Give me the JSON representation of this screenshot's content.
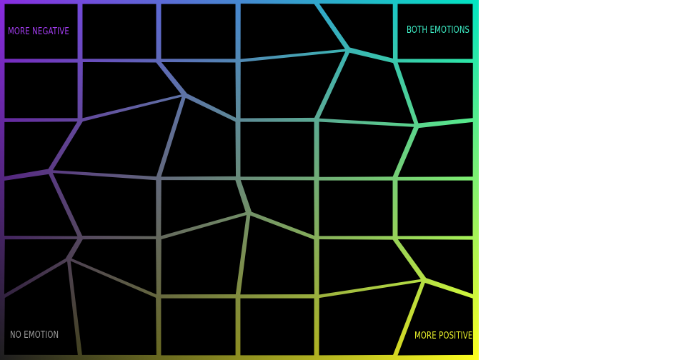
{
  "labels": {
    "top_left": "MORE NEGATIVE",
    "top_right": "BOTH EMOTIONS",
    "bottom_left": "NO EMOTION",
    "bottom_right": "MORE POSITIVE"
  },
  "colors": {
    "background": "#000000",
    "top_left": "#8a2be2",
    "top_right": "#00e5c3",
    "bottom_left": "#1e1e1e",
    "bottom_right": "#ffff20",
    "label_top_left": "#a23cf0",
    "label_top_right": "#3ef0c8",
    "label_bottom_left": "#9a9a9a",
    "label_bottom_right": "#e8f02a"
  }
}
